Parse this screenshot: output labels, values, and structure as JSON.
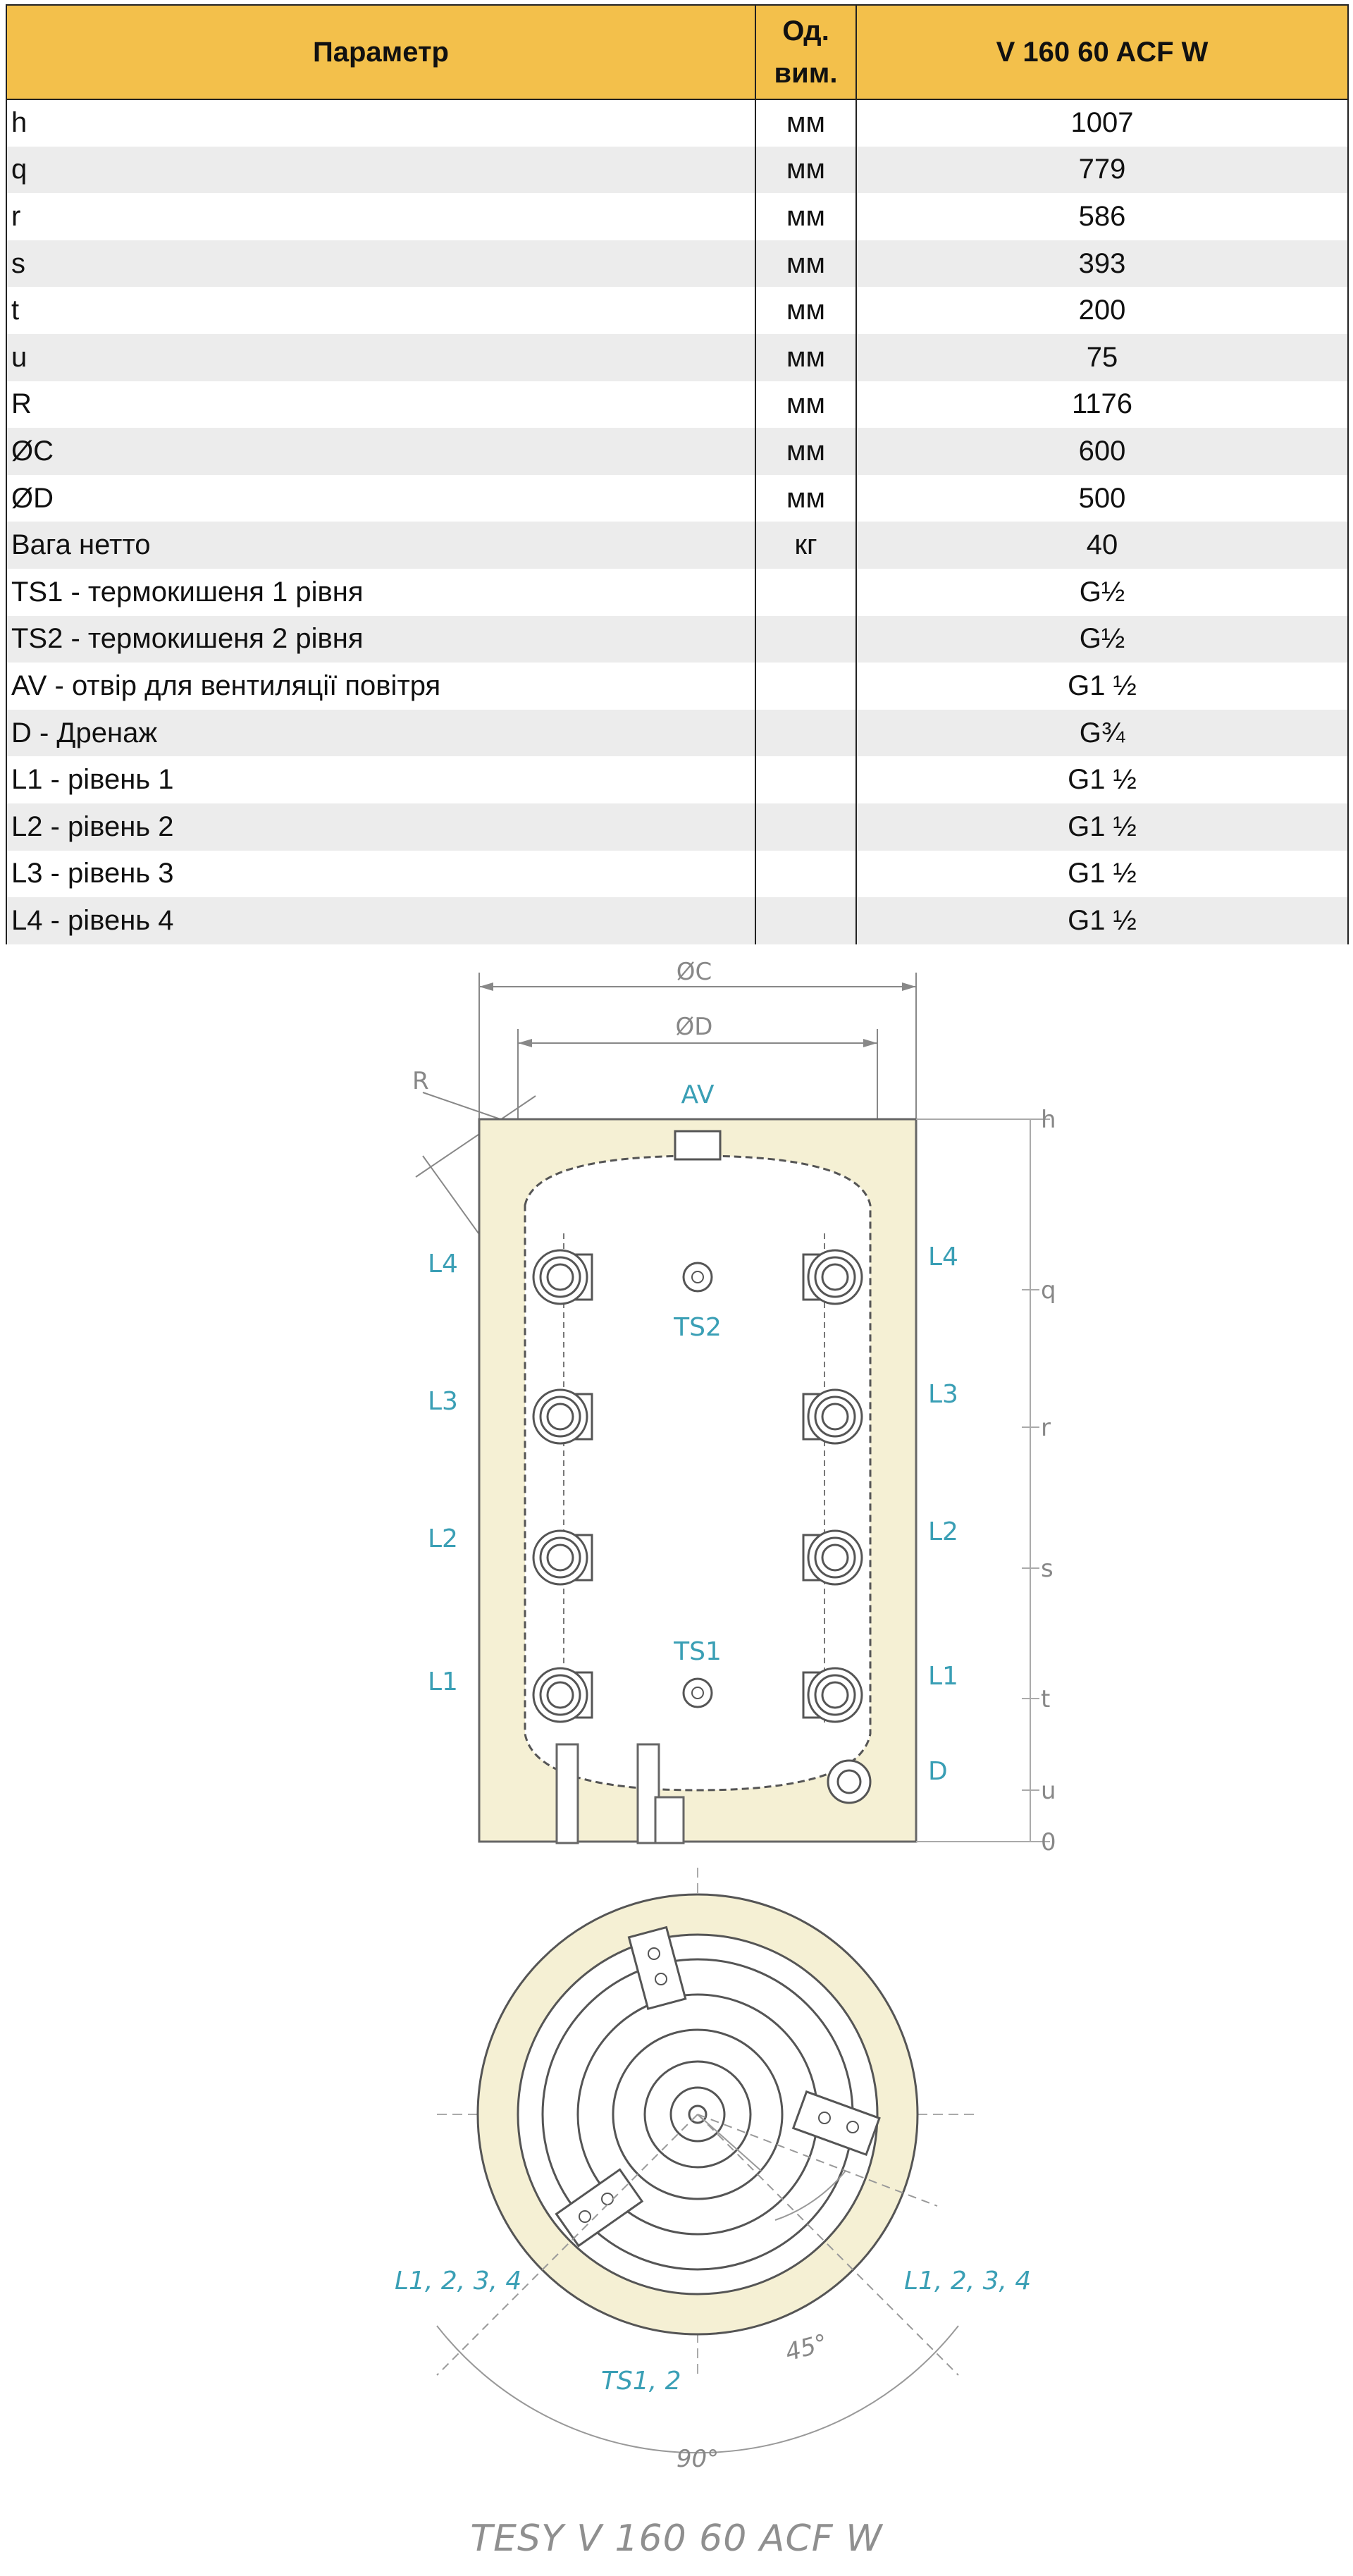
{
  "table": {
    "headers": [
      "Параметр",
      "Од. вим.",
      "V 160 60 ACF W"
    ],
    "rows": [
      [
        "h",
        "мм",
        "1007"
      ],
      [
        "q",
        "мм",
        "779"
      ],
      [
        "r",
        "мм",
        "586"
      ],
      [
        "s",
        "мм",
        "393"
      ],
      [
        "t",
        "мм",
        "200"
      ],
      [
        "u",
        "мм",
        "75"
      ],
      [
        "R",
        "мм",
        "1176"
      ],
      [
        "ØC",
        "мм",
        "600"
      ],
      [
        "ØD",
        "мм",
        "500"
      ],
      [
        "Вага нетто",
        "кг",
        "40"
      ],
      [
        "TS1 - термокишеня 1 рівня",
        "",
        "G½"
      ],
      [
        "TS2 - термокишеня 2 рівня",
        "",
        "G½"
      ],
      [
        "AV - отвір для вентиляції повітря",
        "",
        "G1 ½"
      ],
      [
        "D - Дренаж",
        "",
        "G¾"
      ],
      [
        "L1 - рівень 1",
        "",
        "G1 ½"
      ],
      [
        "L2 - рівень 2",
        "",
        "G1 ½"
      ],
      [
        "L3 - рівень 3",
        "",
        "G1 ½"
      ],
      [
        "L4 - рівень 4",
        "",
        "G1 ½"
      ]
    ]
  },
  "side_view": {
    "dim_outer": "ØC",
    "dim_inner": "ØD",
    "radius_label": "R",
    "vent_label": "AV",
    "sensor_upper": "TS2",
    "sensor_lower": "TS1",
    "drain_label": "D",
    "levels": [
      "L4",
      "L3",
      "L2",
      "L1"
    ],
    "height_marks": [
      "h",
      "q",
      "r",
      "s",
      "t",
      "u",
      "0"
    ]
  },
  "top_view": {
    "left_label": "L1, 2, 3, 4",
    "right_label": "L1, 2, 3, 4",
    "sensor_label": "TS1, 2",
    "angle_small": "45°",
    "angle_large": "90°"
  },
  "caption": "TESY V 160 60 ACF W",
  "colors": {
    "header_bg": "#f3c04b",
    "stripe_bg": "#ececec",
    "insulation": "#f5f0d4",
    "label_blue": "#3a9fb5"
  }
}
